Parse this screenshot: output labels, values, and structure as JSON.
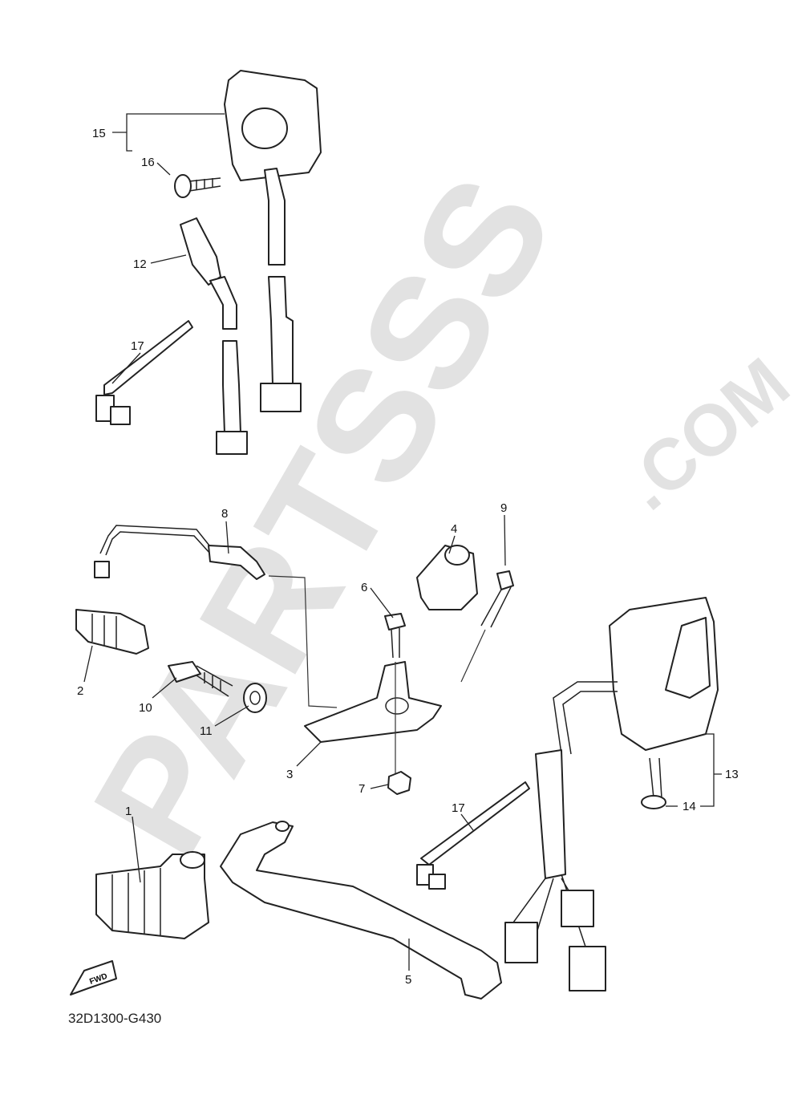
{
  "diagram_code": "32D1300-G430",
  "fwd_label": "FWD",
  "watermark": {
    "brand": "PARTSSS",
    "suffix": ".COM",
    "color": "#d9d9d9"
  },
  "callouts": [
    "1",
    "2",
    "3",
    "4",
    "5",
    "6",
    "7",
    "8",
    "9",
    "10",
    "11",
    "12",
    "13",
    "14",
    "15",
    "16",
    "17",
    "17"
  ]
}
